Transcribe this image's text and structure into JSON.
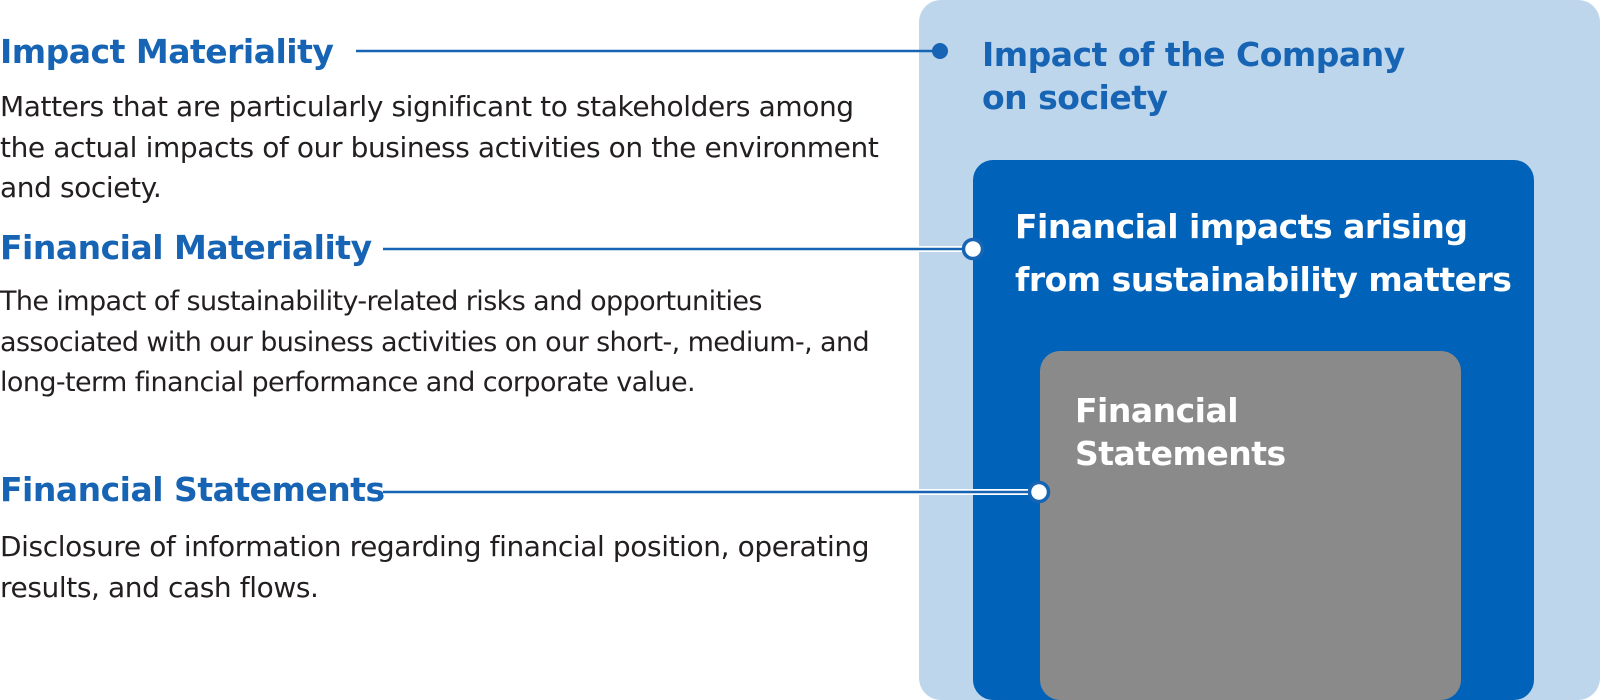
{
  "colors": {
    "heading": "#1664b3",
    "outer_box": "#bed6ec",
    "middle_box": "#0062b9",
    "inner_box": "#8a8a8a",
    "inner_text": "#ffffff",
    "body_text": "#231f20"
  },
  "sections": [
    {
      "heading": "Impact Materiality",
      "description": "Matters that are particularly significant to stakeholders among the actual impacts of our business activities on the environment and society."
    },
    {
      "heading": "Financial Materiality",
      "description": "The impact of sustainability-related risks and opportunities associated with our business activities on our short-, medium-, and long-term financial performance and corporate value."
    },
    {
      "heading": "Financial Statements",
      "description": "Disclosure of information regarding financial position, operating results, and cash flows."
    }
  ],
  "boxes": {
    "outer": "Impact of the Company\non society",
    "middle": "Financial impacts arising\nfrom sustainability matters",
    "inner": "Financial\nStatements"
  }
}
